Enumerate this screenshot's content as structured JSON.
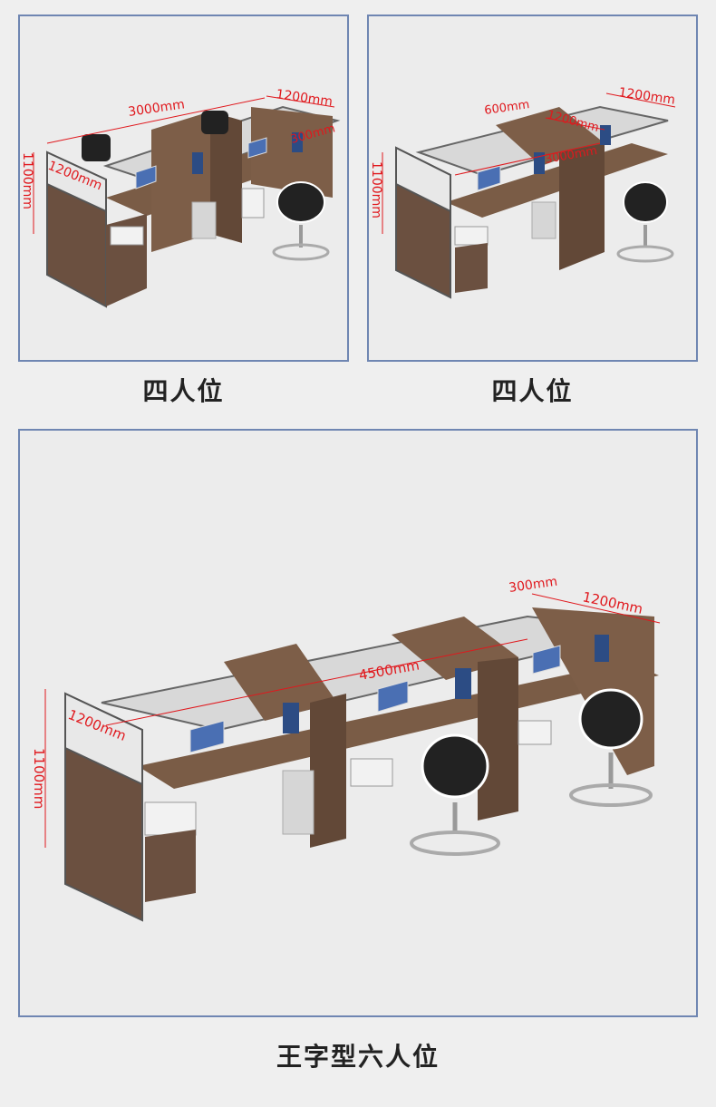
{
  "panels": [
    {
      "caption": "四人位",
      "dims": {
        "length": "3000mm",
        "side": "1200mm",
        "depth": "1200mm",
        "height": "1100mm",
        "shelf": "300mm"
      }
    },
    {
      "caption": "四人位",
      "dims": {
        "shelf_depth": "600mm",
        "side": "1200mm",
        "mid": "1200mm",
        "length": "3000mm",
        "height": "1100mm"
      }
    },
    {
      "caption": "王字型六人位",
      "dims": {
        "shelf": "300mm",
        "side": "1200mm",
        "length": "4500mm",
        "depth": "1200mm",
        "height": "1100mm"
      }
    }
  ],
  "colors": {
    "border": "#6f86b2",
    "dimension": "#e0181d",
    "wood": "#7a5c46",
    "frame": "#5c5c5c"
  }
}
